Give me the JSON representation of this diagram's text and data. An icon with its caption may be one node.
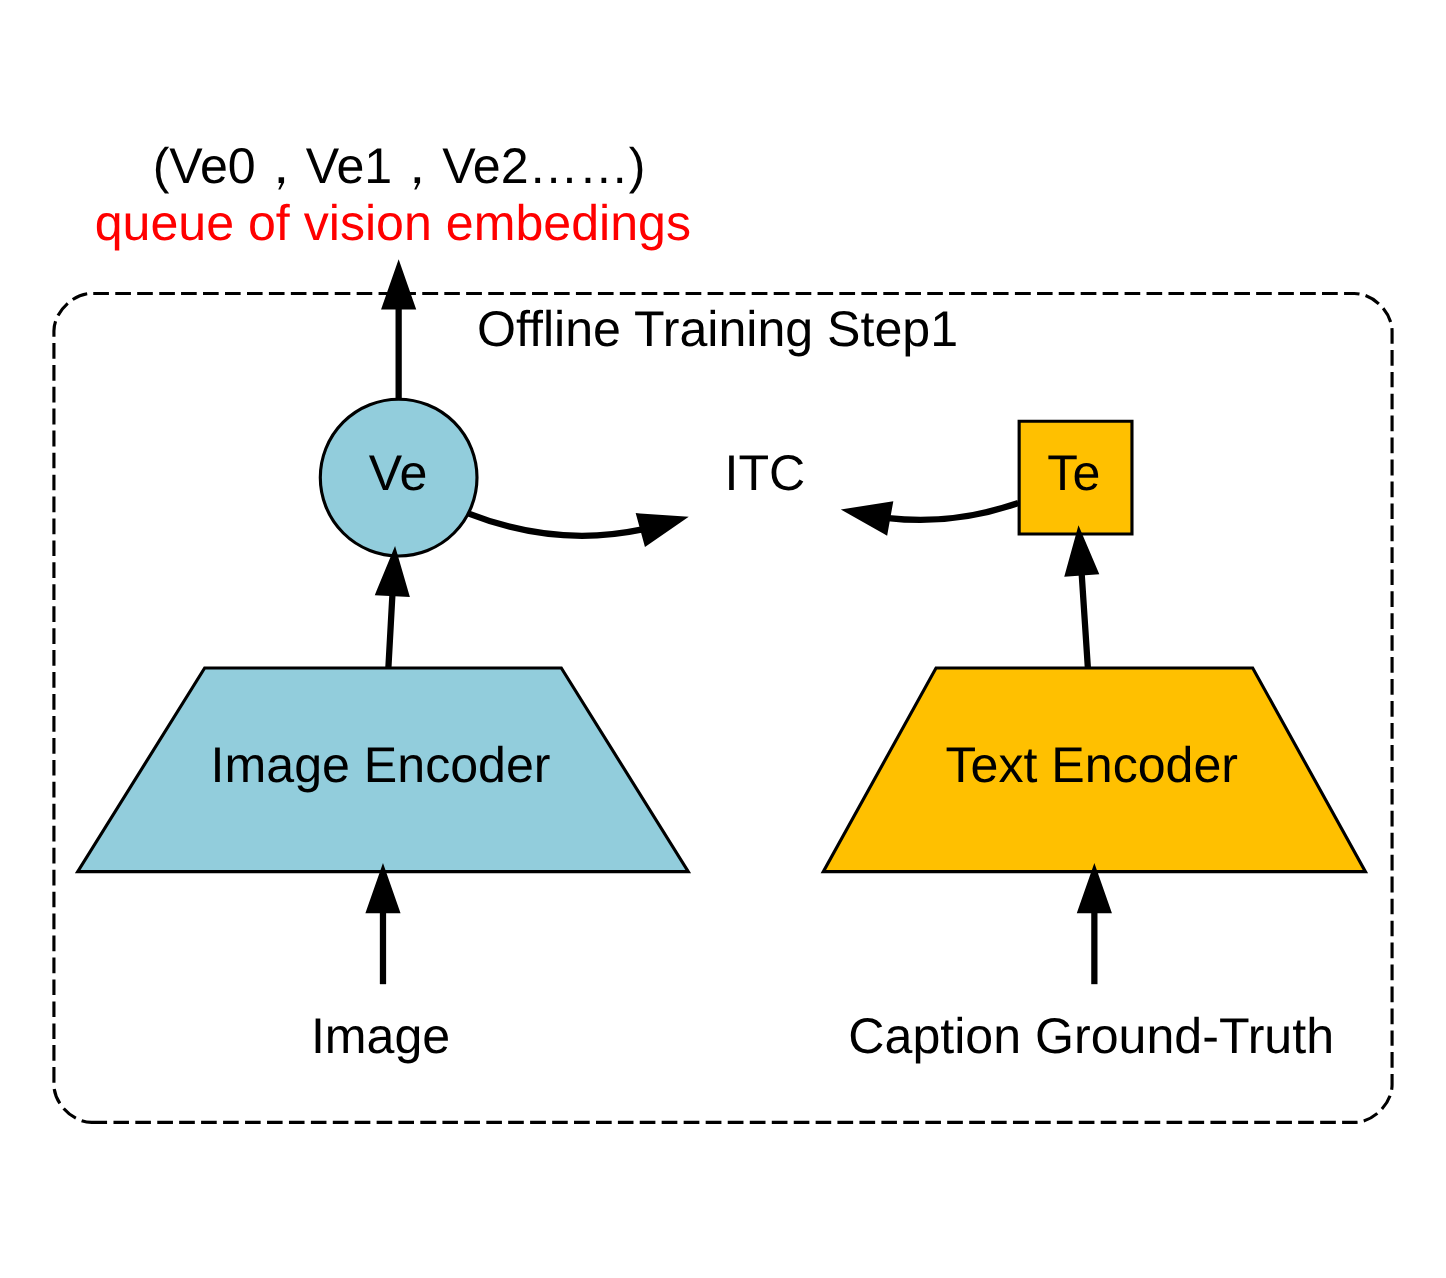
{
  "diagram": {
    "nodes": [
      {
        "text": [
          "Offline Training Step1"
        ]
      },
      {
        "text": [
          "(Ve0，Ve1，Ve2……)",
          "queue of vision embedings"
        ]
      },
      {
        "text": [
          "Ve"
        ],
        "in": 0
      },
      {
        "text": [
          "ITC"
        ],
        "in": 0
      },
      {
        "text": [
          "Te"
        ],
        "in": 0
      },
      {
        "text": [
          "Image Encoder"
        ],
        "in": 0
      },
      {
        "text": [
          "Text Encoder"
        ],
        "in": 0
      },
      {
        "text": [
          "Image"
        ],
        "in": 0
      },
      {
        "text": [
          "Caption Ground-Truth"
        ],
        "in": 0
      }
    ],
    "edges": [
      {
        "from": 2,
        "to": 1,
        "arrow": "to"
      },
      {
        "from": 2,
        "to": 3,
        "arrow": "to"
      },
      {
        "from": 4,
        "to": 3,
        "arrow": "to"
      },
      {
        "from": 5,
        "to": 2,
        "arrow": "to"
      },
      {
        "from": 6,
        "to": 4,
        "arrow": "to"
      },
      {
        "from": 7,
        "to": 5,
        "arrow": "to"
      },
      {
        "from": 8,
        "to": 6,
        "arrow": "to"
      }
    ]
  }
}
